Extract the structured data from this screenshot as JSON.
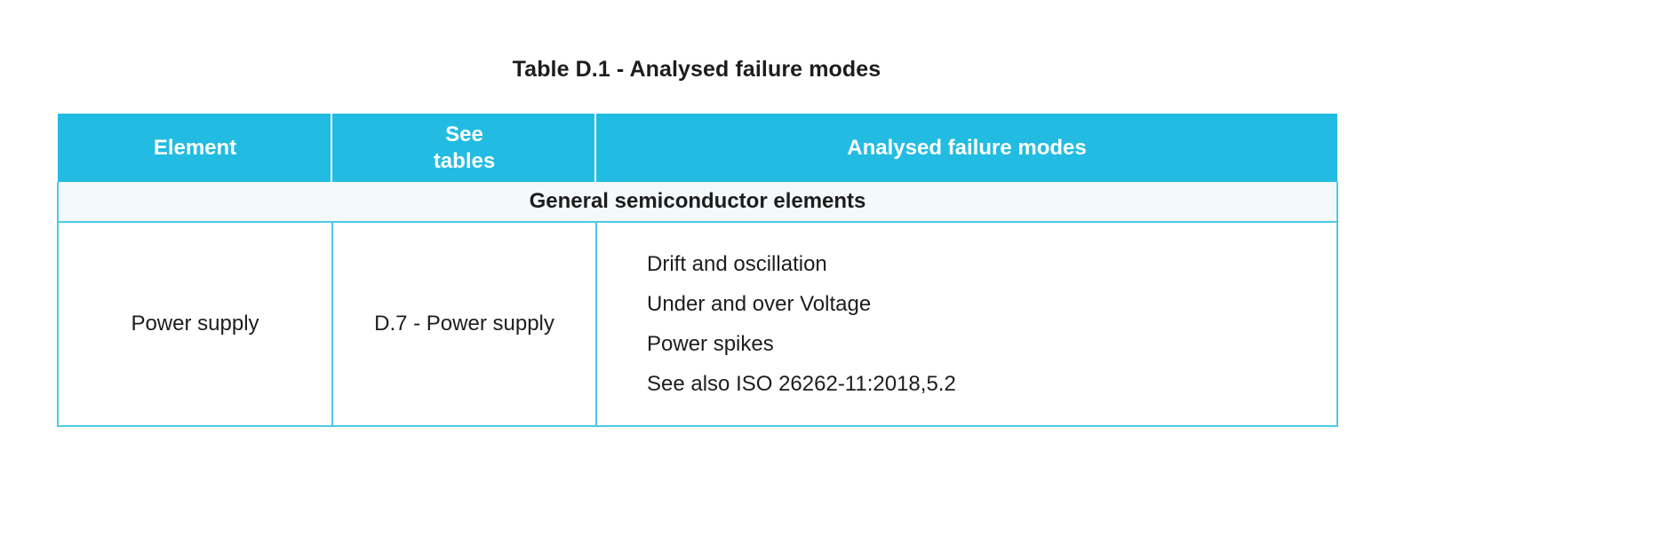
{
  "title": "Table D.1 - Analysed failure modes",
  "table": {
    "headers": [
      {
        "lines": [
          "Element"
        ]
      },
      {
        "lines": [
          "See",
          "tables"
        ]
      },
      {
        "lines": [
          "Analysed failure modes"
        ]
      }
    ],
    "section_heading": "General semiconductor elements",
    "rows": [
      {
        "element": "Power supply",
        "see_tables": "D.7 - Power supply",
        "failure_modes": [
          "Drift and oscillation",
          "Under and over Voltage",
          "Power spikes",
          "See also ISO 26262-11:2018,5.2"
        ]
      }
    ]
  },
  "colors": {
    "header_background": "#22bce2",
    "header_text": "#ffffff",
    "section_background": "#f4f9fc",
    "border": "#4fc8e8",
    "body_text": "#1d1d1d",
    "page_background": "#ffffff"
  }
}
